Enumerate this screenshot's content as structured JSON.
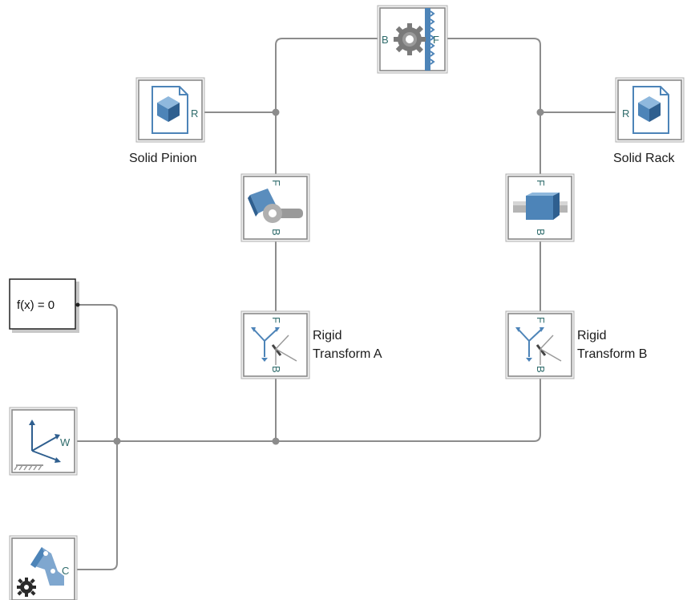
{
  "blocks": {
    "gear": {
      "port_left": "B",
      "port_right": "F",
      "icon": "rack-pinion-gear-icon"
    },
    "solid_pinion": {
      "label": "Solid Pinion",
      "port": "R",
      "icon": "solid-cube-icon"
    },
    "solid_rack": {
      "label": "Solid Rack",
      "port": "R",
      "icon": "solid-cube-icon"
    },
    "revolute_joint": {
      "port_top": "F",
      "port_bottom": "B",
      "icon": "revolute-joint-icon"
    },
    "prismatic_joint": {
      "port_top": "F",
      "port_bottom": "B",
      "icon": "prismatic-joint-icon"
    },
    "rigid_transform_a": {
      "label_line1": "Rigid",
      "label_line2": "Transform A",
      "port_top": "F",
      "port_bottom": "B",
      "icon": "rigid-transform-icon"
    },
    "rigid_transform_b": {
      "label_line1": "Rigid",
      "label_line2": "Transform B",
      "port_top": "F",
      "port_bottom": "B",
      "icon": "rigid-transform-icon"
    },
    "solver_config": {
      "text": "f(x) = 0"
    },
    "world_frame": {
      "port": "W",
      "icon": "world-frame-icon"
    },
    "mechanism_config": {
      "port": "C",
      "icon": "mechanism-configuration-icon"
    }
  },
  "colors": {
    "wire": "#8c8c8c",
    "port_text": "#2e6b6b",
    "block_blue": "#4d84b8",
    "block_dark_blue": "#2f5f8f"
  }
}
